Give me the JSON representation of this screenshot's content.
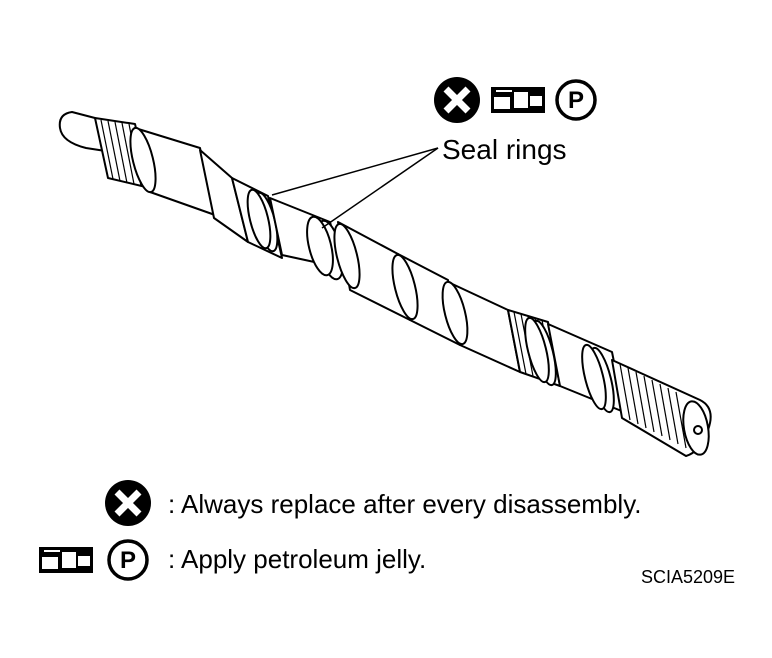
{
  "callout": {
    "label": "Seal rings"
  },
  "legend": [
    {
      "symbol": "replace-icon",
      "text": ": Always replace after every disassembly."
    },
    {
      "symbol": "petroleum-jelly-icon",
      "text": ": Apply petroleum jelly."
    }
  ],
  "icons": {
    "petroleum_letter": "P"
  },
  "figure_code": "SCIA5209E",
  "colors": {
    "ink": "#000000",
    "paper": "#ffffff"
  }
}
